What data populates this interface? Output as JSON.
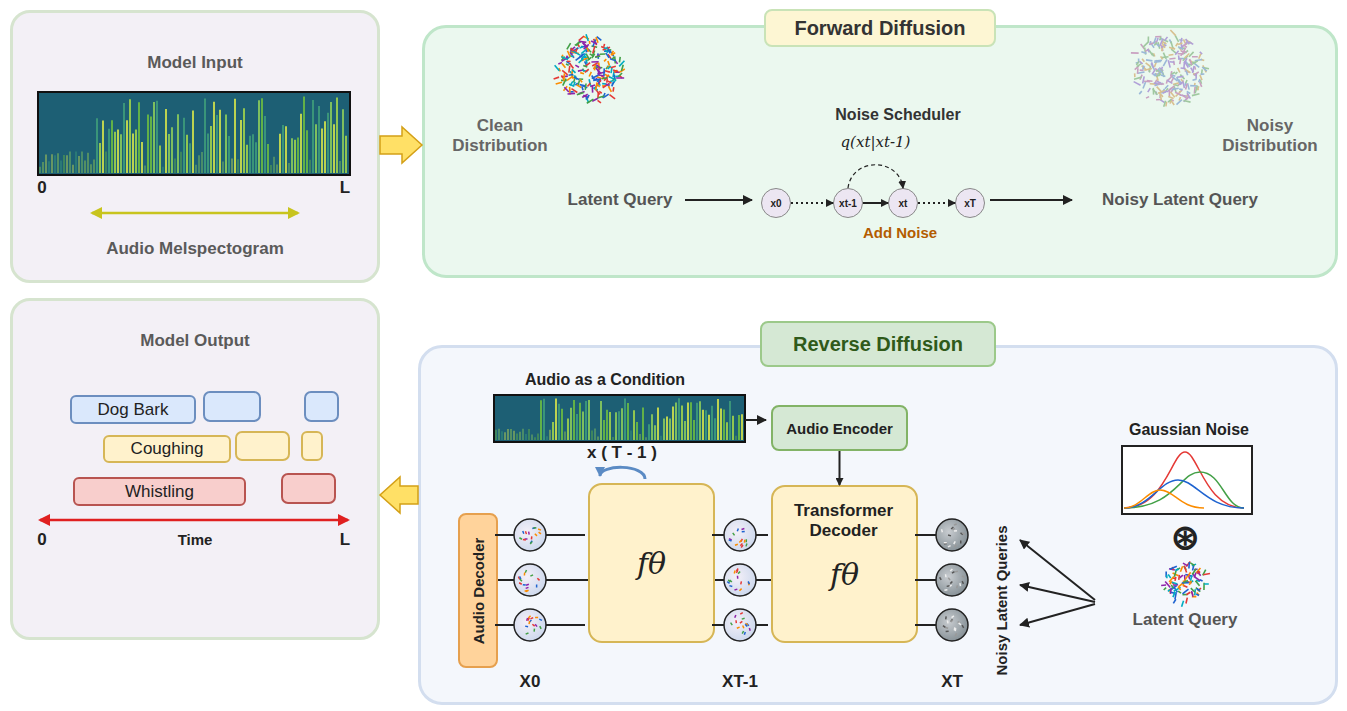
{
  "diagram": {
    "nodes": [
      {
        "text": [
          "Model Input",
          "Audio Melspectogram"
        ]
      },
      {
        "text": [
          "Forward Diffusion"
        ]
      },
      {
        "text": [
          "x0"
        ],
        "in": 1
      },
      {
        "text": [
          "xt-1"
        ],
        "in": 1
      },
      {
        "text": [
          "xt"
        ],
        "in": 1
      },
      {
        "text": [
          "xT"
        ],
        "in": 1
      },
      {
        "text": [
          "Model Output"
        ]
      },
      {
        "text": [
          "Dog Bark"
        ],
        "in": 6
      },
      {
        "text": [
          "Coughing"
        ],
        "in": 6
      },
      {
        "text": [
          "Whistling"
        ],
        "in": 6
      },
      {
        "text": [
          "Reverse Diffusion"
        ]
      },
      {
        "text": [
          "Audio Encoder"
        ],
        "in": 10
      },
      {
        "text": [
          "Transformer Decoder",
          "fθ"
        ],
        "in": 10
      },
      {
        "text": [
          "fθ"
        ],
        "in": 10
      },
      {
        "text": [
          "Audio Decoder"
        ],
        "in": 10
      },
      {
        "text": [
          "Gaussian Noise"
        ],
        "in": 10
      }
    ],
    "edges": [
      {
        "from": 2,
        "to": 3,
        "arrow": "to"
      },
      {
        "from": 3,
        "to": 4,
        "arrow": "to"
      },
      {
        "from": 4,
        "to": 5,
        "arrow": "to"
      },
      {
        "from": 3,
        "to": 4,
        "arrow": "to",
        "label": "q(xt|xt-1)"
      },
      {
        "from": 11,
        "to": 12,
        "arrow": "to"
      },
      {
        "from": 12,
        "to": 13,
        "arrow": "none"
      },
      {
        "from": 13,
        "to": 14,
        "arrow": "none"
      },
      {
        "from": 0,
        "to": 1,
        "arrow": "to"
      },
      {
        "from": 10,
        "to": 6,
        "arrow": "to"
      }
    ],
    "labels": [
      "0",
      "L",
      "Clean Distribution",
      "Latent Query",
      "Noise Scheduler",
      "Add Noise",
      "Noisy Distribution",
      "Noisy Latent Query",
      "0",
      "Time",
      "L",
      "Audio as a Condition",
      "x ( T - 1 )",
      "X0",
      "XT-1",
      "XT",
      "Noisy Latent Queries",
      "⊛",
      "Latent Query"
    ]
  }
}
